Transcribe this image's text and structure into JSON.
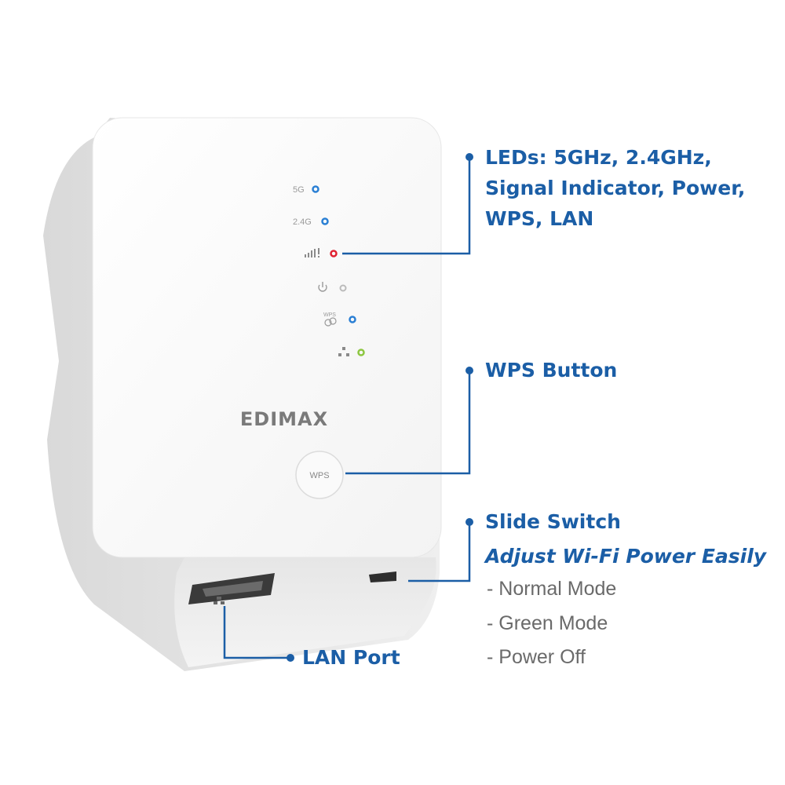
{
  "brand": "EDIMAX",
  "device": {
    "led_labels": [
      "5G",
      "2.4G",
      "WPS"
    ],
    "wps_button_label": "WPS"
  },
  "colors": {
    "accent": "#1b5ea6",
    "led_blue": "#2a7fd4",
    "led_red": "#e02030",
    "led_green": "#8cc63f"
  },
  "callouts": {
    "leds": {
      "lines": [
        "LEDs: 5GHz, 2.4GHz,",
        "Signal Indicator, Power,",
        "WPS, LAN"
      ]
    },
    "wps": {
      "title": "WPS Button"
    },
    "slide": {
      "title": "Slide Switch",
      "subtitle": "Adjust Wi-Fi Power Easily",
      "modes": [
        "- Normal Mode",
        "- Green Mode",
        "- Power Off"
      ]
    },
    "lan": {
      "title": "LAN Port"
    }
  }
}
